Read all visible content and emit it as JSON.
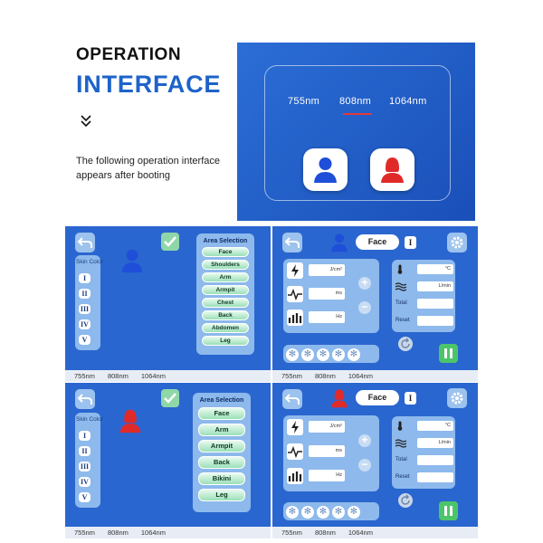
{
  "hero": {
    "title_line1": "OPERATION",
    "title_line2": "INTERFACE",
    "description": "The following operation interface appears after booting",
    "wavelengths": [
      "755nm",
      "808nm",
      "1064nm"
    ]
  },
  "status_bar": [
    "755nm",
    "808nm",
    "1064nm"
  ],
  "selection_panels": [
    {
      "skin_color_label": "Skin Color",
      "skin_types": [
        "I",
        "II",
        "III",
        "IV",
        "V"
      ],
      "area_title": "Area Selection",
      "areas": [
        "Face",
        "Shoulders",
        "Arm",
        "Armpit",
        "Chest",
        "Back",
        "Abdomen",
        "Leg"
      ],
      "avatar_color": "#1f4ed8"
    },
    {
      "skin_color_label": "Skin Color",
      "skin_types": [
        "I",
        "II",
        "III",
        "IV",
        "V"
      ],
      "area_title": "Area Selection",
      "areas": [
        "Face",
        "Arm",
        "Armpit",
        "Back",
        "Bikini",
        "Leg"
      ],
      "avatar_color": "#e02a2a"
    }
  ],
  "param_panels": [
    {
      "area": "Face",
      "skin_type": "I",
      "avatar_color": "#1f4ed8",
      "units": [
        "J/cm²",
        "ms",
        "Hz"
      ],
      "right_units": [
        "°C",
        "L/min"
      ],
      "total_label": "Total",
      "reset_label": "Reset"
    },
    {
      "area": "Face",
      "skin_type": "I",
      "avatar_color": "#e02a2a",
      "units": [
        "J/cm²",
        "ms",
        "Hz"
      ],
      "right_units": [
        "°C",
        "L/min"
      ],
      "total_label": "Total",
      "reset_label": "Reset"
    }
  ],
  "icons": [
    "chevron-double-down-icon",
    "male-user-icon",
    "female-user-icon",
    "back-icon",
    "check-icon",
    "gear-icon",
    "lightning-icon",
    "pulse-icon",
    "bars-icon",
    "thermometer-icon",
    "waves-icon",
    "snowflake-icon",
    "reset-icon",
    "pause-icon"
  ],
  "colors": {
    "accent": "#1e63c9",
    "panel_bg": "#2a66cf",
    "accent_red": "#e23a3a",
    "go_green": "#4cc56a"
  }
}
